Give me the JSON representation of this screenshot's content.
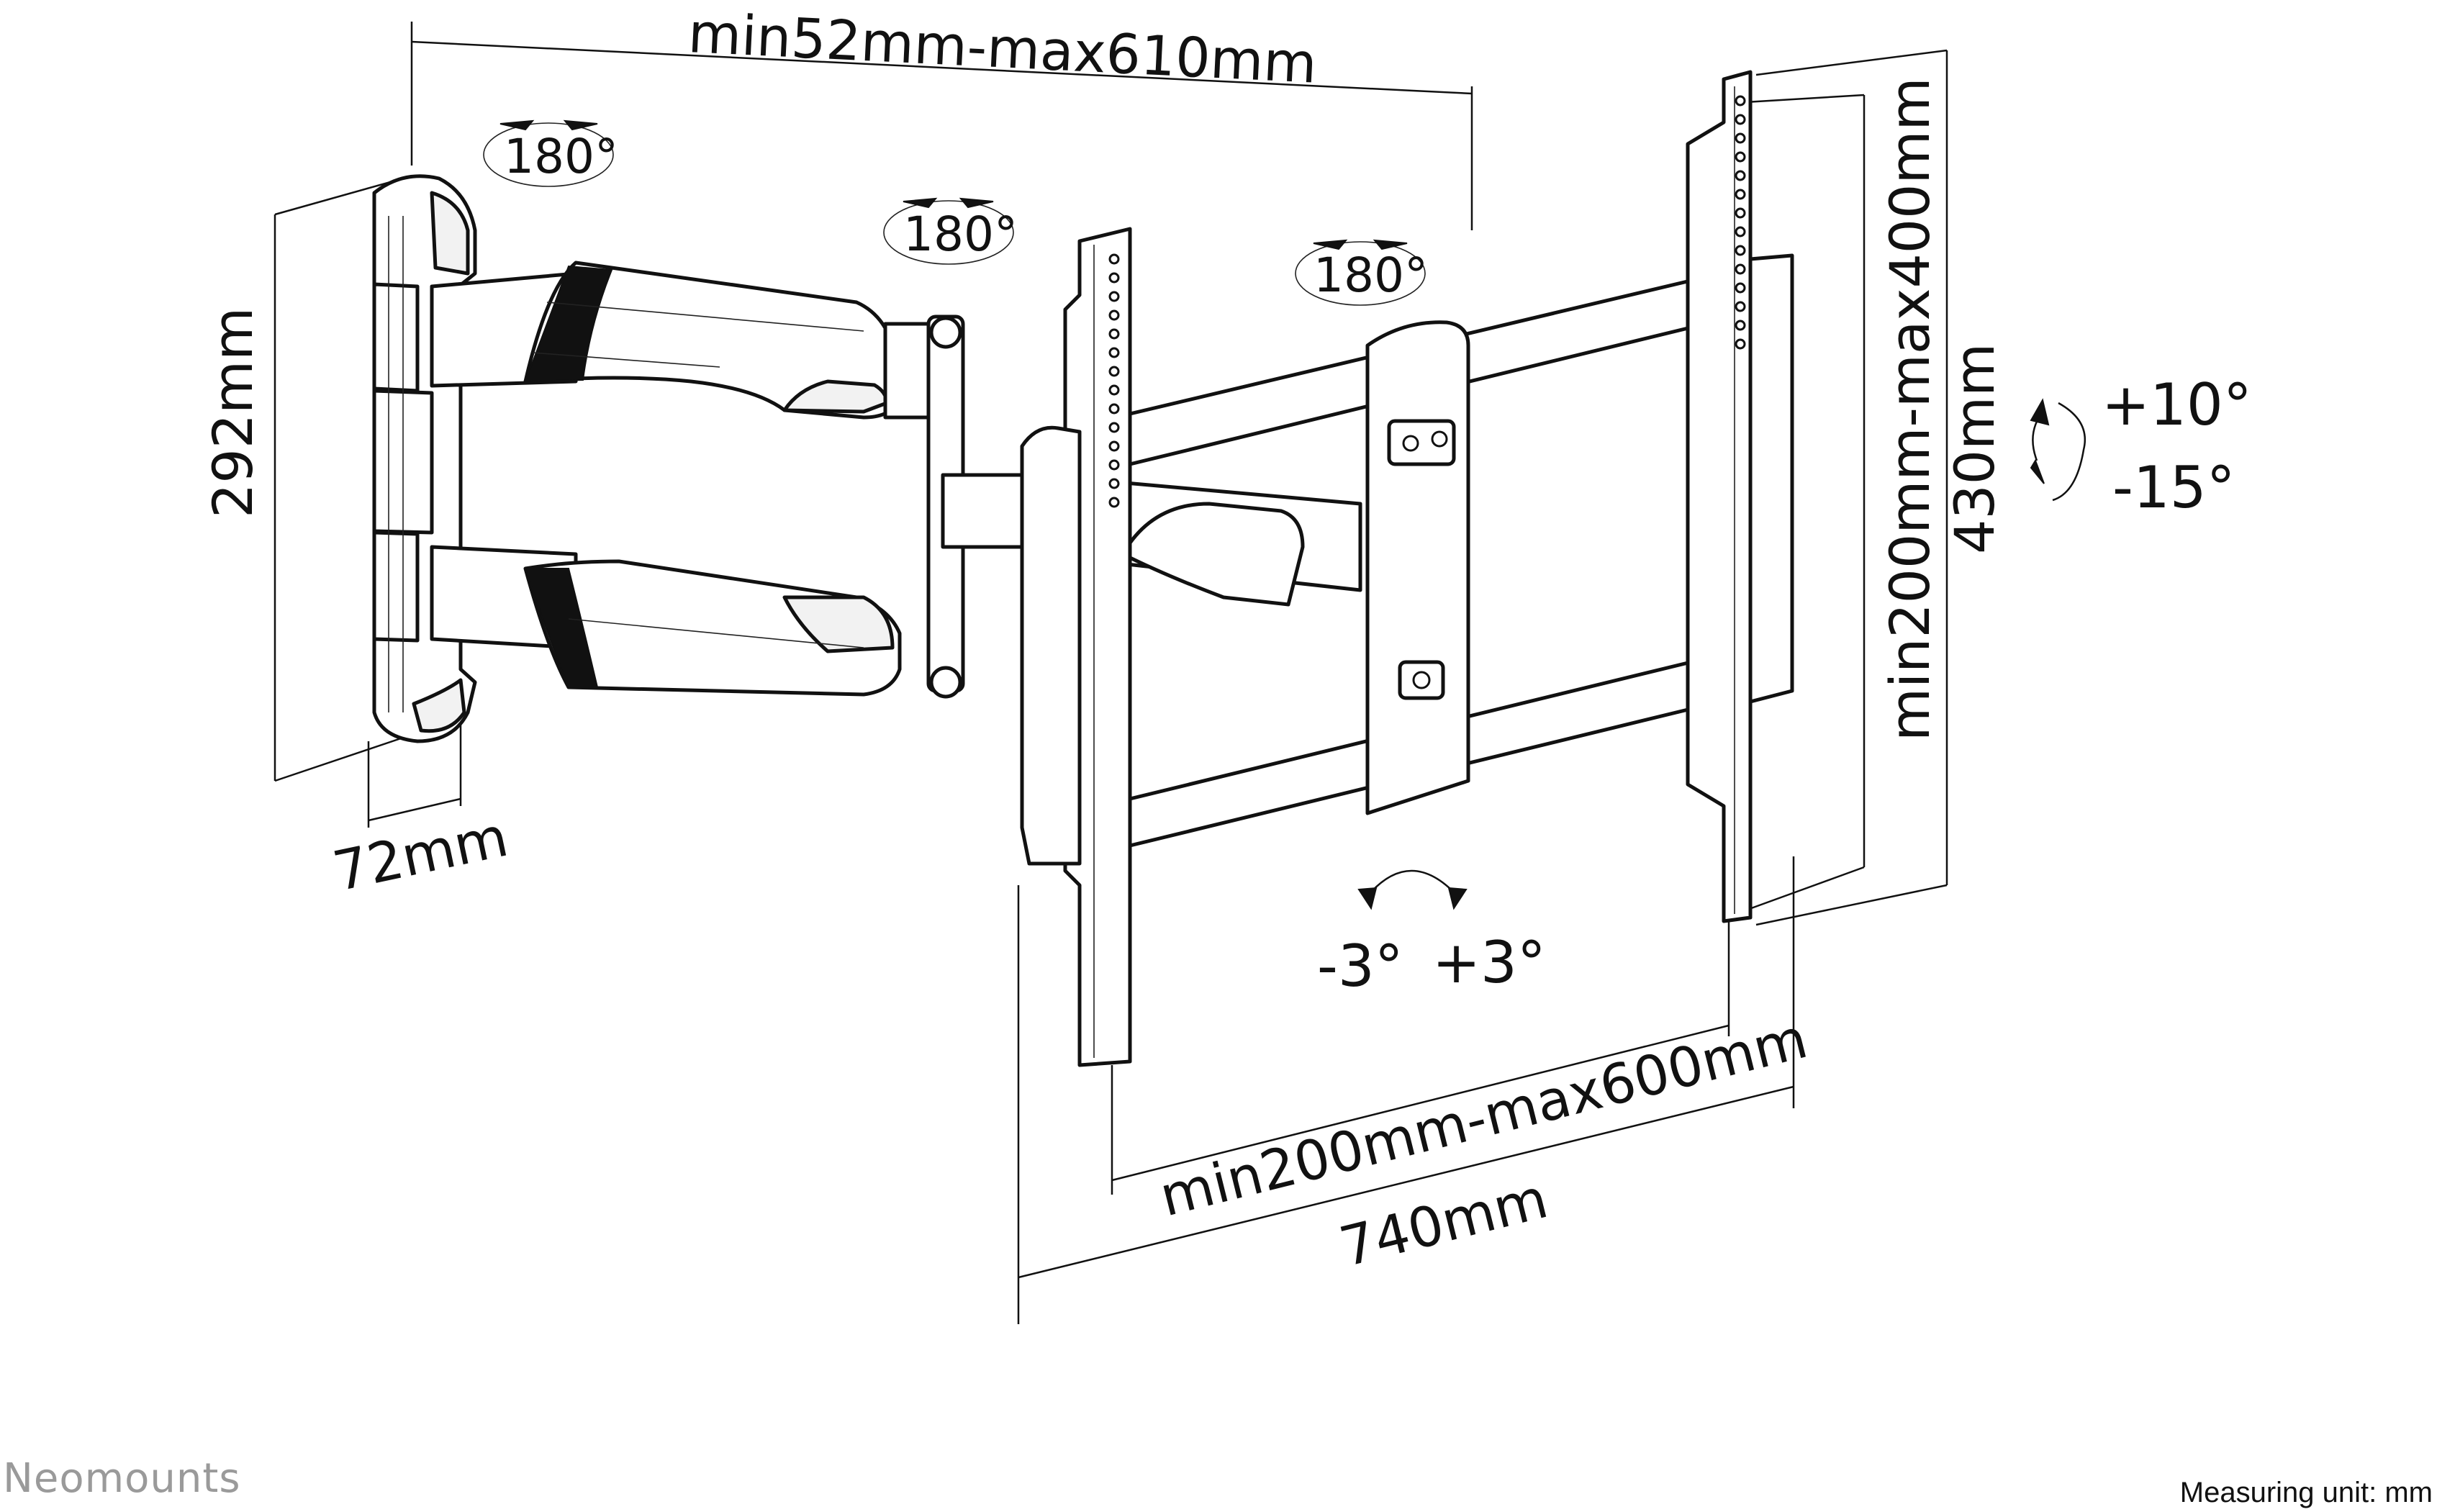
{
  "dimensions": {
    "arm_span": "min52mm-max610mm",
    "wall_plate_height": "292mm",
    "wall_plate_depth": "72mm",
    "vesa_horizontal": "min200mm-max600mm",
    "bracket_width": "740mm",
    "vesa_vertical": "min200mm-max400mm",
    "bracket_height": "430mm"
  },
  "rotations": {
    "wall_joint": "180°",
    "middle_joint": "180°",
    "screen_joint": "180°"
  },
  "tilt": {
    "up": "+10°",
    "down": "-15°"
  },
  "roll": {
    "left": "-3°",
    "right": "+3°"
  },
  "footer": {
    "brand": "Neomounts",
    "unit_note": "Measuring unit: mm"
  }
}
